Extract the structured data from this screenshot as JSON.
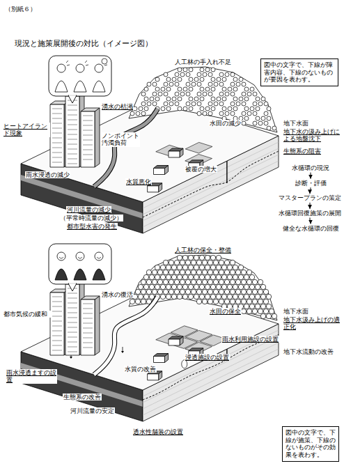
{
  "diagram": {
    "title": "現況と施策展開後の対比（イメージ図）",
    "nodes": [
      {
        "text": [
          "図中の文字で、下線が障害内容、下線のないものが要因を表わす。"
        ]
      },
      {
        "text": [
          "水循環の現況"
        ]
      },
      {
        "text": [
          "診断・評価"
        ]
      },
      {
        "text": [
          "マスタープランの策定"
        ]
      },
      {
        "text": [
          "水循環回復施策の展開"
        ]
      },
      {
        "text": [
          "健全な水循環の回復"
        ]
      },
      {
        "text": [
          "図中の文字で、下線が施策、下線のないものがその効果を表わす。"
        ]
      }
    ],
    "edges": [
      {
        "from": 1,
        "to": 2,
        "arrow": "to"
      },
      {
        "from": 2,
        "to": 3,
        "arrow": "to"
      },
      {
        "from": 3,
        "to": 4,
        "arrow": "to"
      },
      {
        "from": 4,
        "to": 5,
        "arrow": "to"
      }
    ],
    "labels": [
      "（別紙６）",
      "人工林の手入れ不足",
      "湧水の枯渇",
      "水田の減少",
      "地下水面",
      "ヒートアイランド現象",
      "ノンポイント汚濁負荷",
      "地下水の汲み上げによる地盤沈下",
      "被覆の増大",
      "水質悪化",
      "生態系の阻害",
      "河川流量の減少",
      "（平常時流量の減少）",
      "都市型水害の発生",
      "雨水浸透の減少",
      "人工林の保全・整備",
      "水田の保全",
      "湧水の復活",
      "地下水面",
      "地下水汲み上げの適正化",
      "浸透施設の設置",
      "都市気候の緩和",
      "雨水利用施設の設置",
      "地下水流動の改善",
      "水質の改善",
      "雨水浸透ますの設置",
      "生態系の改善",
      "河川流量の安定",
      "透水性舗装の設置"
    ]
  }
}
